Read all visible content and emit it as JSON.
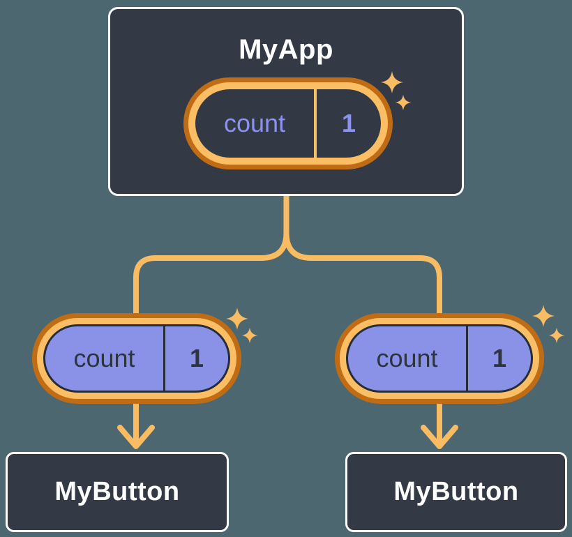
{
  "diagram": {
    "app": {
      "title": "MyApp",
      "state": {
        "label": "count",
        "value": "1"
      }
    },
    "children": [
      {
        "title": "MyButton",
        "state": {
          "label": "count",
          "value": "1"
        }
      },
      {
        "title": "MyButton",
        "state": {
          "label": "count",
          "value": "1"
        }
      }
    ]
  },
  "icons": {
    "sparkle": "four-point-star"
  },
  "colors": {
    "background": "#4D6770",
    "node_fill": "#333A46",
    "node_border": "#FFFFFF",
    "node_text": "#FFFFFF",
    "state_ring_outer": "#C06C14",
    "state_ring_inner": "#FBBE64",
    "state_fill_parent": "#323945",
    "state_text_parent": "#8B93EC",
    "state_fill_child": "#8A92E8",
    "state_text_child": "#2D3440",
    "connector": "#F9BC62",
    "sparkle": "#F9BC62"
  }
}
